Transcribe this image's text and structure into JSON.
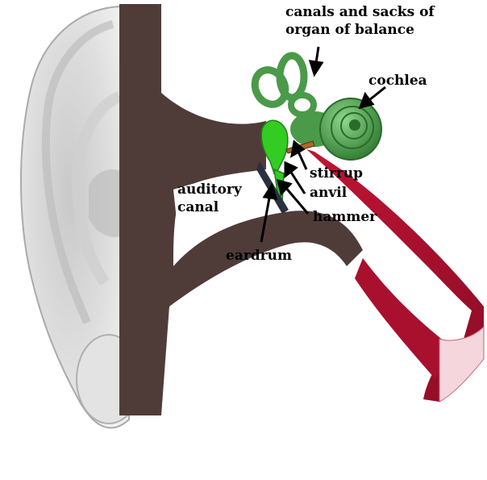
{
  "labels": {
    "balance": "canals and sacks of\norgan of balance",
    "cochlea": "cochlea",
    "stirrup": "stirrup",
    "anvil": "anvil",
    "hammer": "hammer",
    "auditory_canal": "auditory\ncanal",
    "eardrum": "eardrum"
  },
  "colors": {
    "background": "#ffffff",
    "skull_bone": "#4f3c39",
    "outer_ear": "#d9d9d9",
    "cochlea_balance": "#4a9a4a",
    "ossicles": "#33cc22",
    "eustachian_tube": "#a8102e",
    "eardrum": "#2a3040",
    "label_text": "#000000"
  }
}
